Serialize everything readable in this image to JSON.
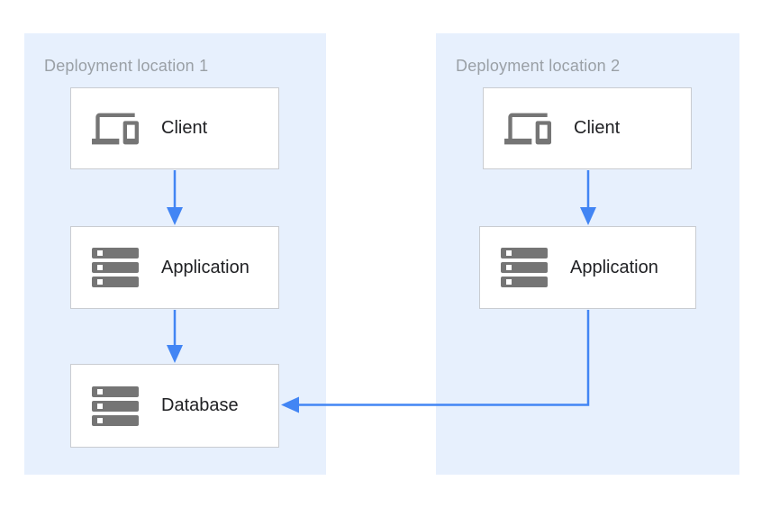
{
  "diagram": {
    "regions": [
      {
        "id": "loc1",
        "title": "Deployment location 1",
        "nodes": [
          {
            "id": "client1",
            "label": "Client",
            "icon": "devices-icon"
          },
          {
            "id": "app1",
            "label": "Application",
            "icon": "server-stack-icon"
          },
          {
            "id": "db1",
            "label": "Database",
            "icon": "server-stack-icon"
          }
        ]
      },
      {
        "id": "loc2",
        "title": "Deployment location 2",
        "nodes": [
          {
            "id": "client2",
            "label": "Client",
            "icon": "devices-icon"
          },
          {
            "id": "app2",
            "label": "Application",
            "icon": "server-stack-icon"
          }
        ]
      }
    ],
    "edges": [
      {
        "from": "client1",
        "to": "app1",
        "shape": "straight-down"
      },
      {
        "from": "app1",
        "to": "db1",
        "shape": "straight-down"
      },
      {
        "from": "client2",
        "to": "app2",
        "shape": "straight-down"
      },
      {
        "from": "app2",
        "to": "db1",
        "shape": "elbow-down-left"
      }
    ],
    "colors": {
      "region_bg": "#e7f0fd",
      "arrow": "#4285f4",
      "node_bg": "#ffffff",
      "node_border": "#c9ccd1",
      "title_text": "#9aa0a6",
      "label_text": "#202124",
      "icon_gray": "#757575"
    }
  }
}
